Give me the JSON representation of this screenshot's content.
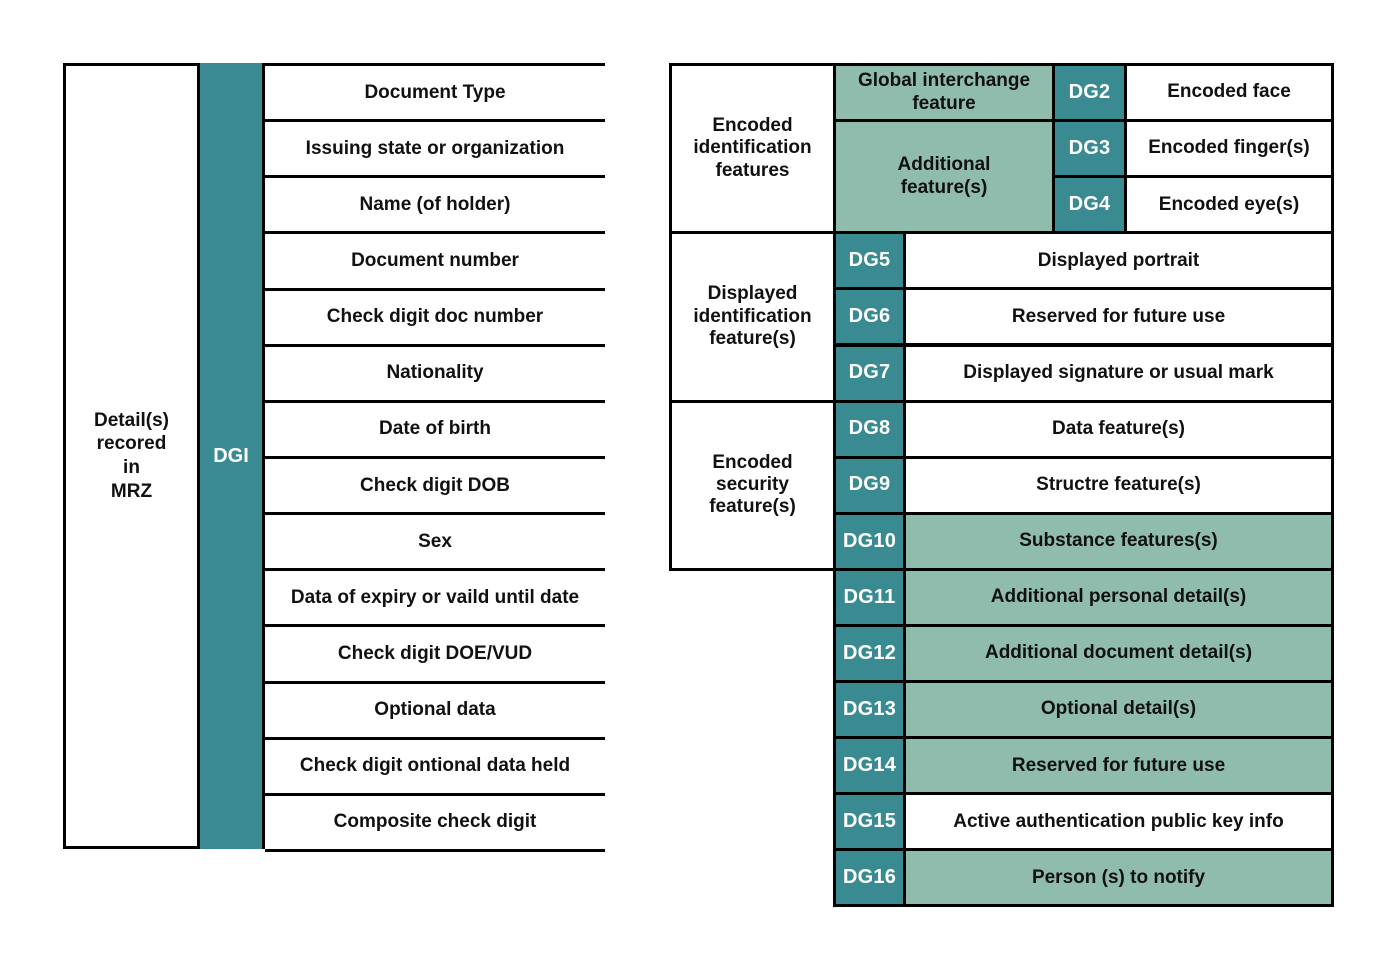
{
  "diagram": {
    "title": "ICAO LDS Logical Data Structure data groups",
    "colors": {
      "teal_dark": "#3a8a91",
      "teal_light": "#8fbcac",
      "border": "#000000",
      "background": "#ffffff",
      "text": "#111111",
      "badge_text": "#ffffff"
    }
  },
  "left_table": {
    "row_label": "Detail(s)\nrecored\nin\nMRZ",
    "group_badge": "DGI",
    "rows": [
      "Document Type",
      "Issuing state or organization",
      "Name (of holder)",
      "Document number",
      "Check digit doc number",
      "Nationality",
      "Date of birth",
      "Check digit DOB",
      "Sex",
      "Data of expiry or vaild until date",
      "Check digit DOE/VUD",
      "Optional data",
      "Check digit ontional data held",
      "Composite check digit"
    ]
  },
  "right_table": {
    "sections": [
      {
        "label": "Encoded\nidentification\nfeatures",
        "sublabels": [
          {
            "text": "Global interchange\nfeature",
            "fill": "teal-light"
          },
          {
            "text": "Additional\nfeature(s)",
            "fill": "teal-light"
          }
        ],
        "rows": [
          {
            "badge": "DG2",
            "text": "Encoded face",
            "fill": "white"
          },
          {
            "badge": "DG3",
            "text": "Encoded finger(s)",
            "fill": "white"
          },
          {
            "badge": "DG4",
            "text": "Encoded eye(s)",
            "fill": "white"
          }
        ]
      },
      {
        "label": "Displayed\nidentification\nfeature(s)",
        "sublabels": [],
        "rows": [
          {
            "badge": "DG5",
            "text": "Displayed portrait",
            "fill": "white"
          },
          {
            "badge": "DG6",
            "text": "Reserved for future use",
            "fill": "white"
          },
          {
            "badge": "DG7",
            "text": "Displayed signature or usual mark",
            "fill": "white"
          }
        ]
      },
      {
        "label": "Encoded\nsecurity\nfeature(s)",
        "sublabels": [],
        "rows": [
          {
            "badge": "DG8",
            "text": "Data feature(s)",
            "fill": "white"
          },
          {
            "badge": "DG9",
            "text": "Structre feature(s)",
            "fill": "white"
          },
          {
            "badge": "DG10",
            "text": "Substance features(s)",
            "fill": "teal-light"
          }
        ]
      }
    ],
    "unlabeled_rows": [
      {
        "badge": "DG11",
        "text": "Additional personal detail(s)",
        "fill": "teal-light"
      },
      {
        "badge": "DG12",
        "text": "Additional document detail(s)",
        "fill": "teal-light"
      },
      {
        "badge": "DG13",
        "text": "Optional detail(s)",
        "fill": "teal-light"
      },
      {
        "badge": "DG14",
        "text": "Reserved for future use",
        "fill": "teal-light"
      },
      {
        "badge": "DG15",
        "text": "Active authentication public key info",
        "fill": "white"
      },
      {
        "badge": "DG16",
        "text": "Person (s) to notify",
        "fill": "teal-light"
      }
    ]
  }
}
